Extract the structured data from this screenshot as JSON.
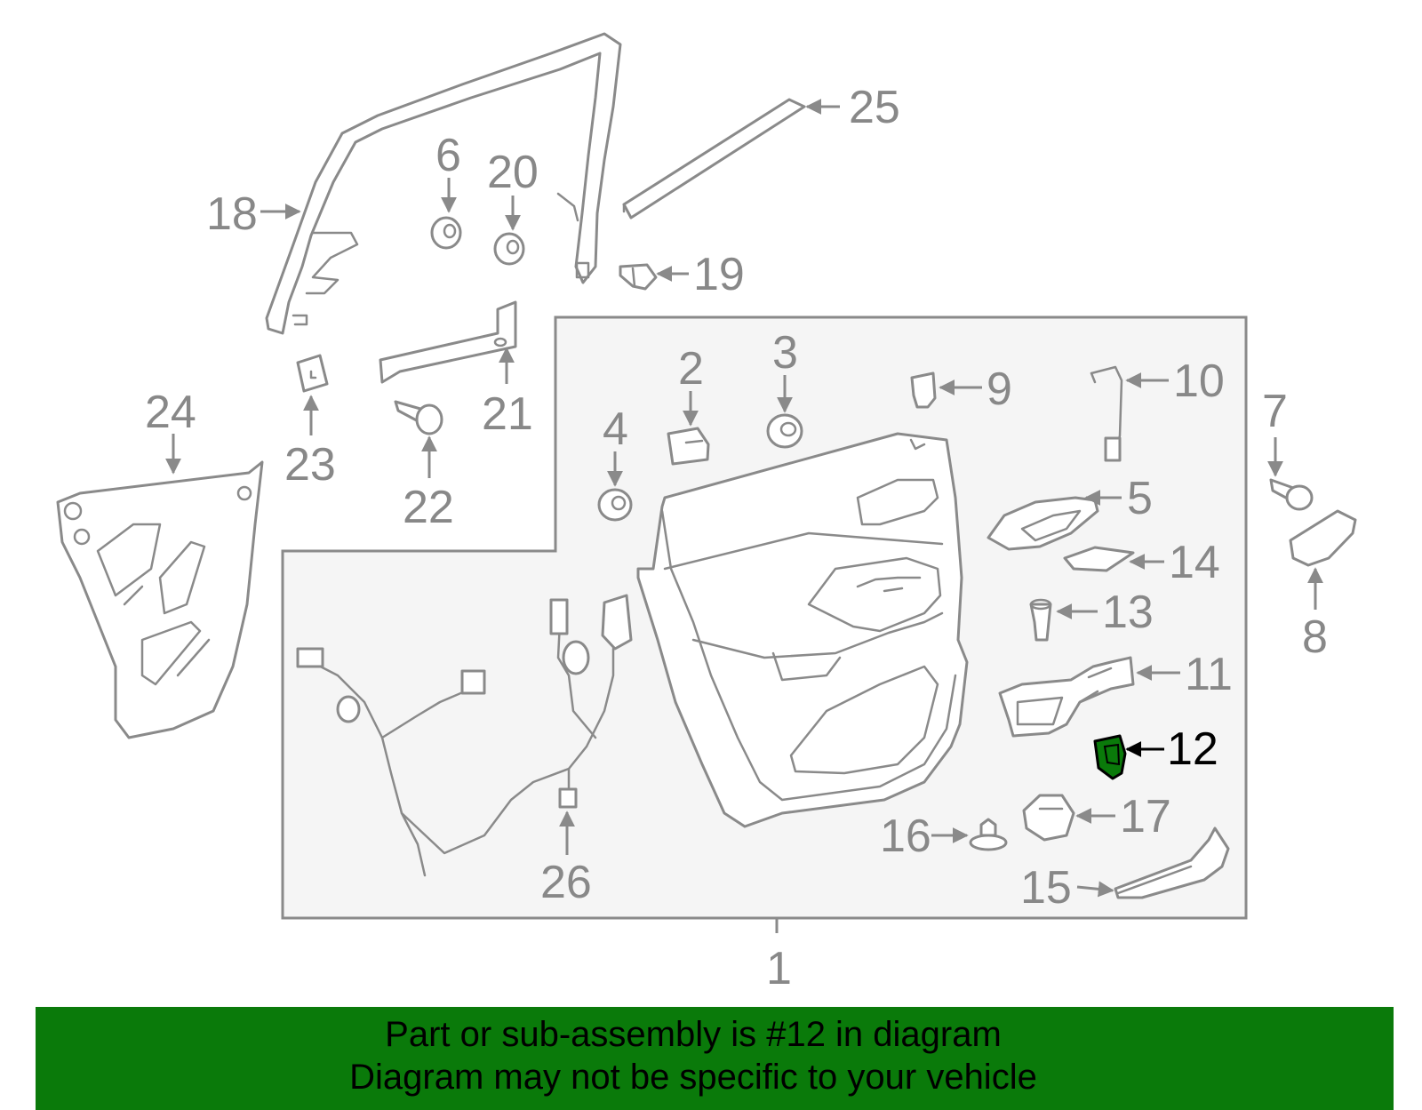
{
  "diagram": {
    "callouts": [
      "1",
      "2",
      "3",
      "4",
      "5",
      "6",
      "7",
      "8",
      "9",
      "10",
      "11",
      "12",
      "13",
      "14",
      "15",
      "16",
      "17",
      "18",
      "19",
      "20",
      "21",
      "22",
      "23",
      "24",
      "25",
      "26"
    ],
    "highlighted_callout": "12"
  },
  "colors": {
    "line_gray": "#8a8a8a",
    "assembly_box_fill": "#f5f5f5",
    "highlight_green": "#0a7a0a",
    "banner_green": "#0a7a0a",
    "banner_text": "#000000"
  },
  "banner": {
    "line1": "Part or sub-assembly is #12 in diagram",
    "line2": "Diagram may not be specific to your vehicle"
  }
}
